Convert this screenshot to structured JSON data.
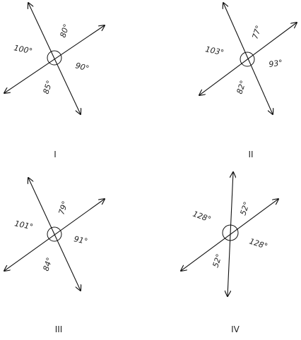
{
  "figures": [
    {
      "caption": "I",
      "angles": [
        "80°",
        "90°",
        "85°",
        "100°"
      ]
    },
    {
      "caption": "II",
      "angles": [
        "77°",
        "93°",
        "82°",
        "103°"
      ]
    },
    {
      "caption": "III",
      "angles": [
        "79°",
        "91°",
        "84°",
        "101°"
      ]
    },
    {
      "caption": "IV",
      "angles": [
        "52°",
        "128°",
        "52°",
        "128°"
      ]
    }
  ]
}
